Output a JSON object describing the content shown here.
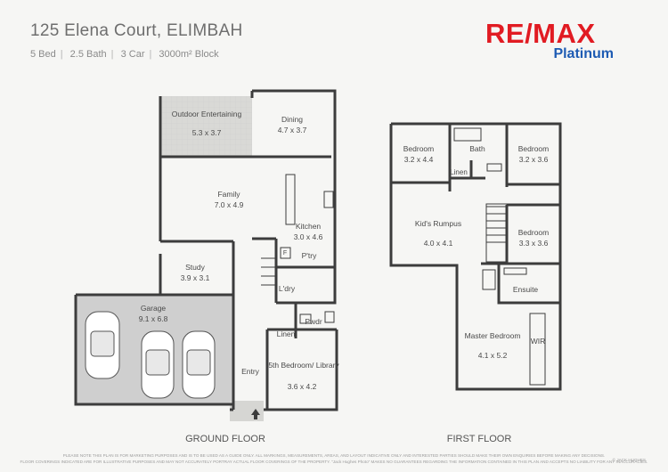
{
  "header": {
    "title": "125 Elena Court, ELIMBAH",
    "specs": [
      "5 Bed",
      "2.5 Bath",
      "3 Car",
      "3000m² Block"
    ]
  },
  "logo": {
    "brand": "RE/MAX",
    "subbrand": "Platinum",
    "colors": {
      "red": "#e11b22",
      "blue": "#1d5bb3"
    }
  },
  "ground_floor": {
    "label": "GROUND FLOOR",
    "rooms": {
      "outdoor": {
        "name": "Outdoor Entertaining",
        "size": "5.3 x 3.7"
      },
      "dining": {
        "name": "Dining",
        "size": "4.7 x 3.7"
      },
      "family": {
        "name": "Family",
        "size": "7.0 x 4.9"
      },
      "kitchen": {
        "name": "Kitchen",
        "size": "3.0 x 4.6"
      },
      "study": {
        "name": "Study",
        "size": "3.9 x 3.1"
      },
      "garage": {
        "name": "Garage",
        "size": "9.1 x 6.8"
      },
      "library": {
        "name": "5th Bedroom/ Library",
        "size": "3.6 x 4.2"
      },
      "ptry": "P'try",
      "ldry": "L'dry",
      "pwdr": "Pwdr",
      "linen": "Linen",
      "entry": "Entry",
      "fridge": "F"
    }
  },
  "first_floor": {
    "label": "FIRST FLOOR",
    "rooms": {
      "bed_nw": {
        "name": "Bedroom",
        "size": "3.2 x 4.4"
      },
      "bath": "Bath",
      "bed_ne": {
        "name": "Bedroom",
        "size": "3.2 x 3.6"
      },
      "linen": "Linen",
      "rumpus": {
        "name": "Kid's Rumpus",
        "size": "4.0 x 4.1"
      },
      "bed_e": {
        "name": "Bedroom",
        "size": "3.3 x 3.6"
      },
      "ensuite": "Ensuite",
      "master": {
        "name": "Master Bedroom",
        "size": "4.1 x 5.2"
      },
      "wir": "WIR"
    }
  },
  "footer": {
    "line1": "PLEASE NOTE THIS PLAN IS FOR MARKETING PURPOSES AND IS TO BE USED AS A GUIDE ONLY. ALL MARKINGS, MEASUREMENTS, AREAS, AND LAYOUT INDICATIVE ONLY AND INTERESTED PARTIES SHOULD MAKE THEIR OWN ENQUIRIES BEFORE MAKING ANY DECISIONS.",
    "line2": "FLOOR COVERINGS INDICATED ARE FOR ILLUSTRATIVE PURPOSES AND MAY NOT ACCURATELY PORTRAY ACTUAL FLOOR COVERINGS OF THE PROPERTY. \"Jack Hughes Photo\" MAKES NO GUARANTEES REGARDING THE INFORMATION CONTAINED IN THIS PLAN AND ACCEPTS NO LIABILITY FOR ANY INACCURACIES.",
    "copyright": "© JACK HUGHES"
  }
}
